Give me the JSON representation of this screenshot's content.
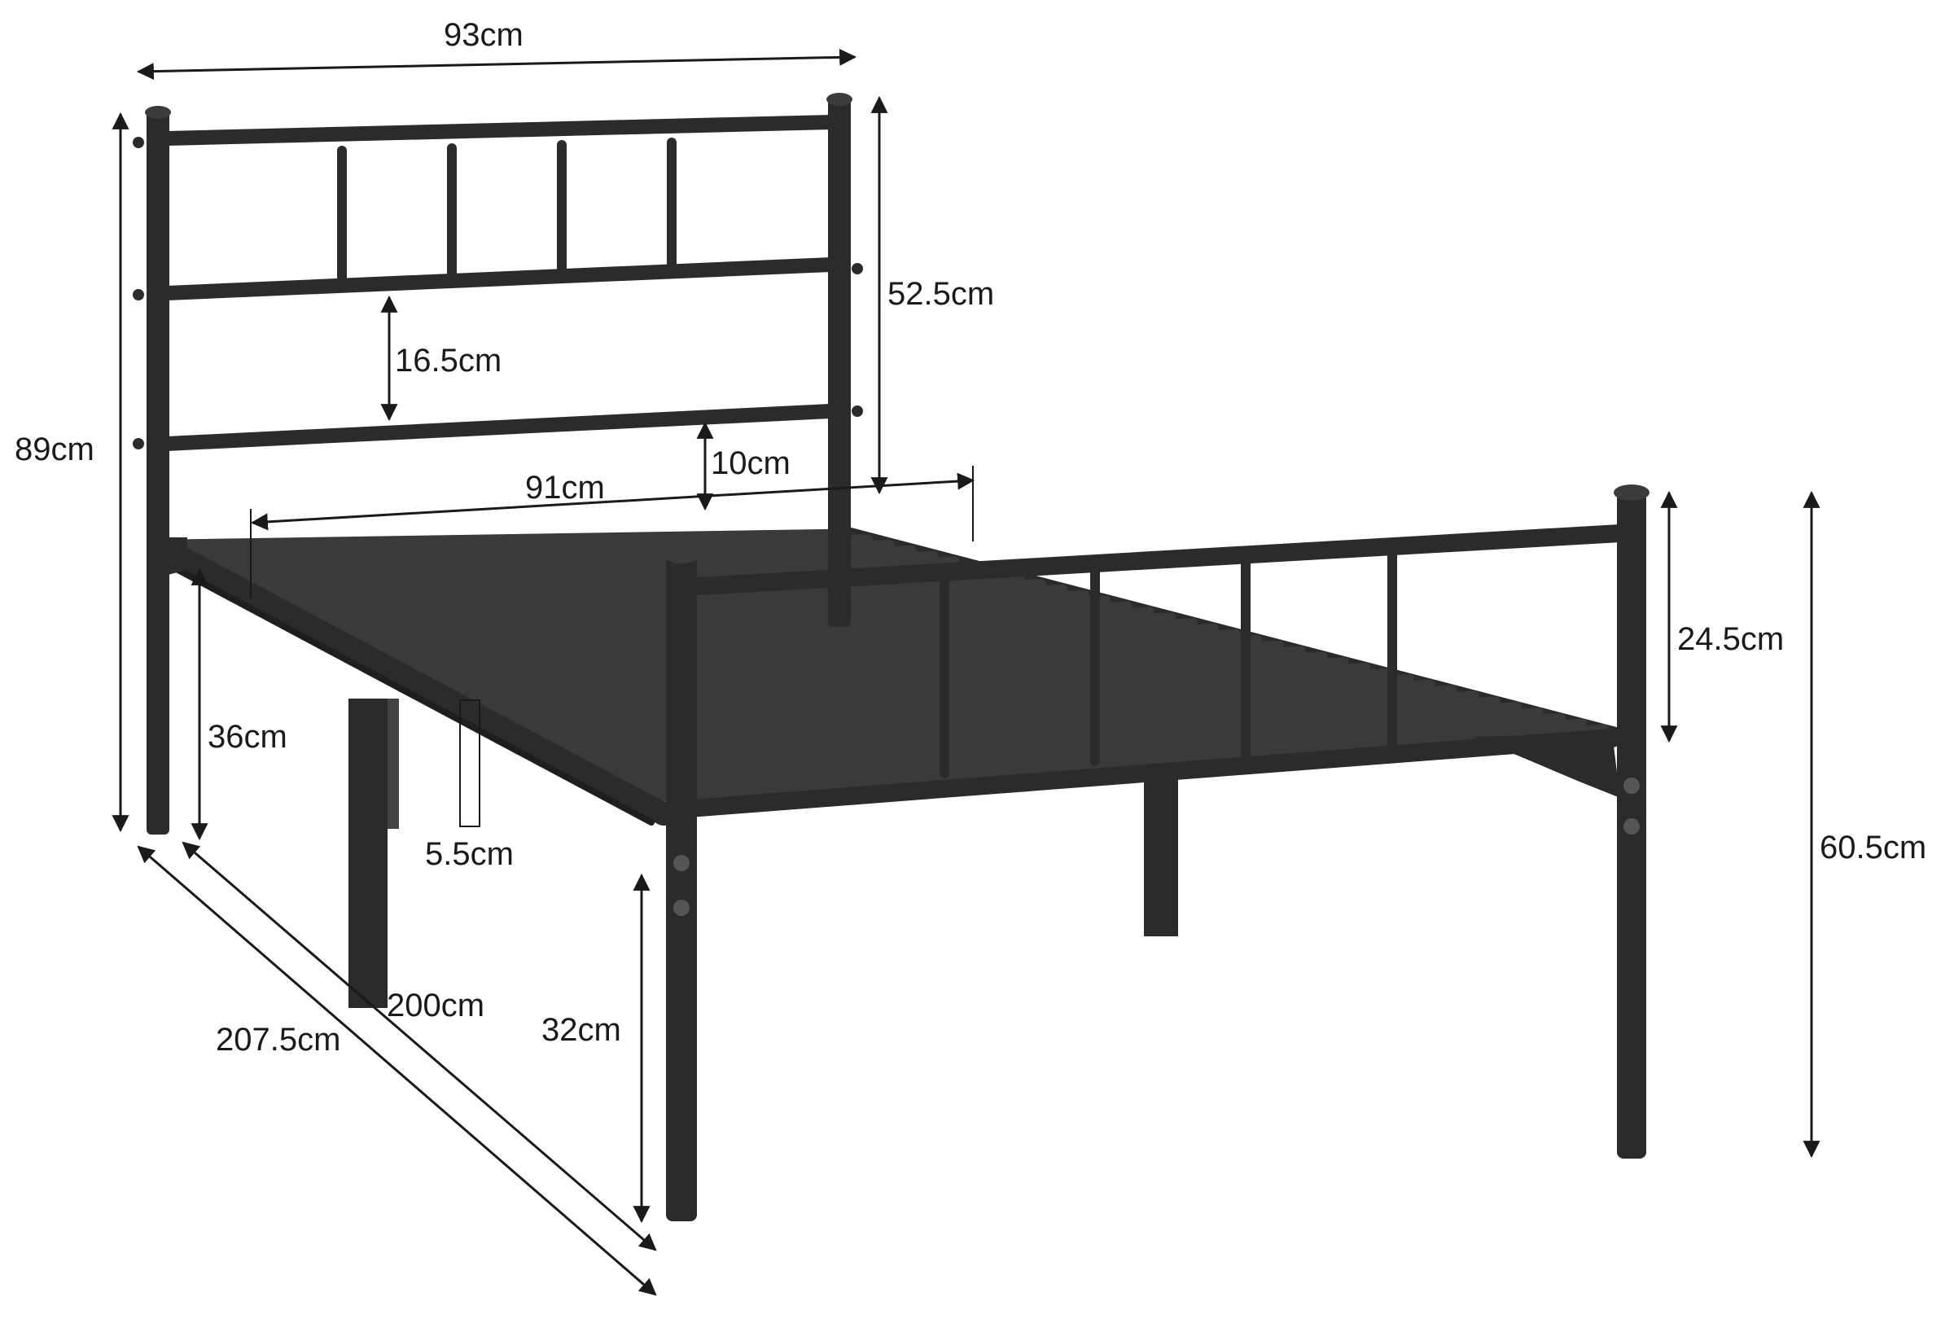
{
  "dimensions": {
    "headboard_width": "93cm",
    "headboard_height": "89cm",
    "headboard_panel_height": "52.5cm",
    "headboard_rail_spacing": "16.5cm",
    "headboard_gap_above_frame": "10cm",
    "inner_width": "91cm",
    "footboard_panel_height": "24.5cm",
    "footboard_height": "60.5cm",
    "floor_to_frame_head": "36cm",
    "floor_to_frame_foot": "32cm",
    "slat_width": "5.5cm",
    "inner_length": "200cm",
    "total_length": "207.5cm"
  },
  "colors": {
    "frame": "#2b2b2b",
    "slat": "#3a3a3a",
    "line": "#1a1a1a"
  }
}
